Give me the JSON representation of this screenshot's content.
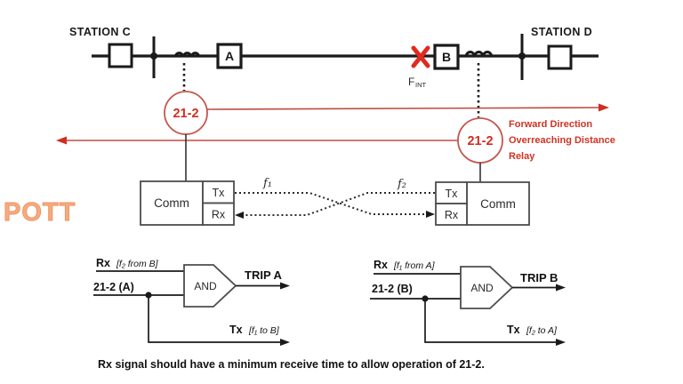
{
  "colors": {
    "line_black": "#1a1a1a",
    "gray_stroke": "#4d4d4d",
    "red_text": "#d23222",
    "red_line": "#bf4b43",
    "fault_red": "#e02b20",
    "pott_orange": "#f6ab7e"
  },
  "top_line": {
    "station_c": "STATION C",
    "station_d": "STATION D",
    "breaker_a_label": "A",
    "breaker_b_label": "B",
    "fault": {
      "label": "F",
      "subscript": "INT"
    }
  },
  "relays": {
    "left_label": "21-2",
    "right_label": "21-2",
    "note_line1": "Forward Direction",
    "note_line2": "Overreaching Distance",
    "note_line3": "Relay"
  },
  "scheme_label": "POTT",
  "comm": {
    "left": {
      "comm": "Comm",
      "tx": "Tx",
      "rx": "Rx"
    },
    "right": {
      "comm": "Comm",
      "tx": "Tx",
      "rx": "Rx"
    },
    "f1": "f₁",
    "f2": "f₂"
  },
  "logic_left": {
    "rx_prefix": "Rx",
    "rx_bracket": "[f₂ from B]",
    "input2": "21-2 (A)",
    "gate": "AND",
    "output": "TRIP A",
    "tx_prefix": "Tx",
    "tx_bracket": "[f₁ to B]"
  },
  "logic_right": {
    "rx_prefix": "Rx",
    "rx_bracket": "[f₁ from A]",
    "input2": "21-2 (B)",
    "gate": "AND",
    "output": "TRIP B",
    "tx_prefix": "Tx",
    "tx_bracket": "[f₂ to A]"
  },
  "caption": "Rx signal should have a minimum receive time to allow operation of 21-2."
}
